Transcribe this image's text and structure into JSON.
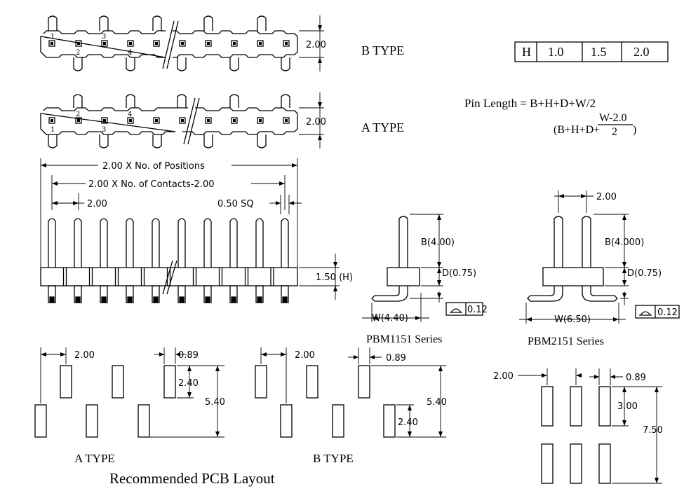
{
  "labels": {
    "b_type": "B TYPE",
    "a_type": "A TYPE",
    "pin_length": "Pin Length = B+H+D+W/2",
    "formula_prefix": "(B+H+D+",
    "formula_num": "W-2.0",
    "formula_den": "2",
    "formula_close": ")",
    "dim_200": "2.00",
    "dim_positions": "2.00 X No. of Positions",
    "dim_contacts": "2.00 X No. of Contacts-2.00",
    "dim_sq": "0.50 SQ",
    "dim_h": "1.50 (H)",
    "dim_b1": "B(4.00)",
    "dim_d1": "D(0.75)",
    "dim_w1": "W(4.40)",
    "dim_tol": "0.12",
    "series1": "PBM1151 Series",
    "dim_b2": "B(4.000)",
    "dim_d2": "D(0.75)",
    "dim_w2": "W(6.50)",
    "series2": "PBM2151 Series",
    "dim_089": "0.89",
    "dim_240": "2.40",
    "dim_540": "5.40",
    "dim_300": "3.00",
    "dim_750": "7.50",
    "pcb_a_type": "A TYPE",
    "pcb_b_type": "B TYPE",
    "pcb_title": "Recommended PCB Layout",
    "pin_1": "1",
    "pin_2": "2",
    "pin_3": "3",
    "pin_4": "4"
  },
  "h_table": {
    "header": "H",
    "values": [
      "1.0",
      "1.5",
      "2.0"
    ]
  }
}
